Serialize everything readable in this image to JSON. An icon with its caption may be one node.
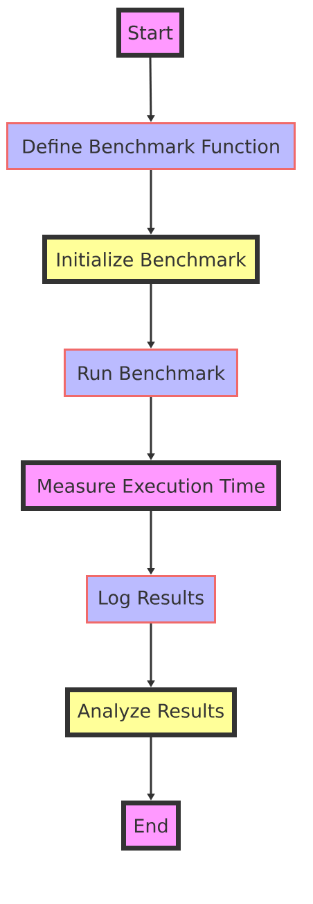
{
  "diagram": {
    "nodes": [
      {
        "text": [
          "Start"
        ]
      },
      {
        "text": [
          "Define Benchmark Function"
        ]
      },
      {
        "text": [
          "Initialize Benchmark"
        ]
      },
      {
        "text": [
          "Run Benchmark"
        ]
      },
      {
        "text": [
          "Measure Execution Time"
        ]
      },
      {
        "text": [
          "Log Results"
        ]
      },
      {
        "text": [
          "Analyze Results"
        ]
      },
      {
        "text": [
          "End"
        ]
      }
    ],
    "edges": [
      {
        "from": 0,
        "to": 1,
        "arrow": "to"
      },
      {
        "from": 1,
        "to": 2,
        "arrow": "to"
      },
      {
        "from": 2,
        "to": 3,
        "arrow": "to"
      },
      {
        "from": 3,
        "to": 4,
        "arrow": "to"
      },
      {
        "from": 4,
        "to": 5,
        "arrow": "to"
      },
      {
        "from": 5,
        "to": 6,
        "arrow": "to"
      },
      {
        "from": 6,
        "to": 7,
        "arrow": "to"
      }
    ]
  }
}
